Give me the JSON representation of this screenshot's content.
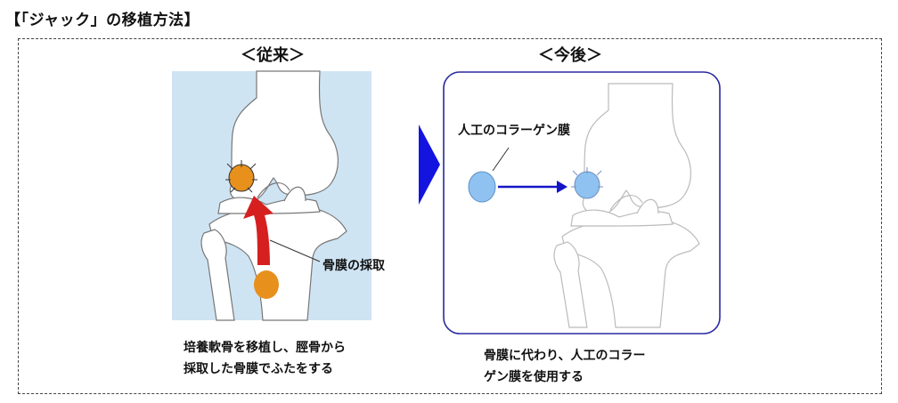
{
  "title": "【「ジャック」の移植方法】",
  "left_panel": {
    "heading": "＜従来＞",
    "label": "骨膜の採取",
    "caption_lines": [
      "培養軟骨を移植し、脛骨から",
      "採取した骨膜でふたをする"
    ]
  },
  "right_panel": {
    "heading": "＜今後＞",
    "label": "人工のコラーゲン膜",
    "caption_lines": [
      "骨膜に代わり、人工のコラー",
      "ゲン膜を使用する"
    ]
  },
  "colors": {
    "left_bg": "#cfe4f3",
    "cartilage": "#e8901c",
    "arrow_red": "#d62020",
    "membrane": "#8fc2f0",
    "arrow_blue": "#1515c8",
    "panel_border": "#2a2aa0"
  }
}
